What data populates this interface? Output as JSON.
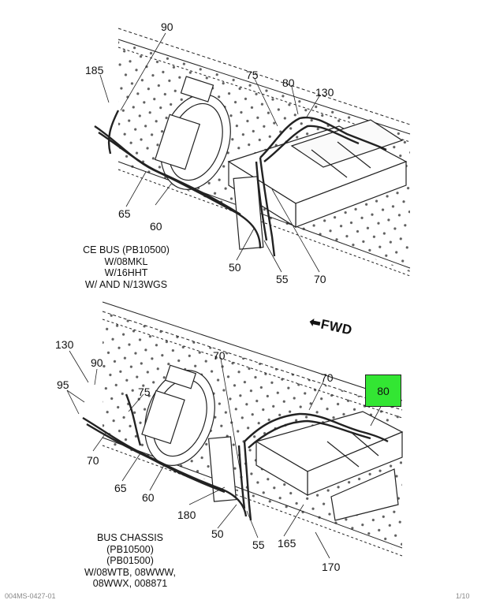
{
  "colors": {
    "highlight": "#33e633",
    "line": "#222222"
  },
  "top_view": {
    "callouts": [
      "90",
      "185",
      "75",
      "80",
      "130",
      "65",
      "60",
      "50",
      "55",
      "70"
    ],
    "caption": [
      "CE BUS (PB10500)",
      "W/08MKL",
      "W/16HHT",
      "W/ AND N/13WGS"
    ]
  },
  "bottom_view": {
    "callouts": [
      "130",
      "90",
      "95",
      "75",
      "70",
      "70",
      "70",
      "65",
      "60",
      "180",
      "50",
      "55",
      "165",
      "170"
    ],
    "highlight_callout": "80",
    "caption": [
      "BUS CHASSIS",
      "(PB10500)",
      "(PB01500)",
      "W/08WTB, 08WWW,",
      "08WWX, 008871"
    ]
  },
  "fwd_label": "FWD",
  "footer": {
    "left": "004MS-0427-01",
    "right": "1/10"
  }
}
